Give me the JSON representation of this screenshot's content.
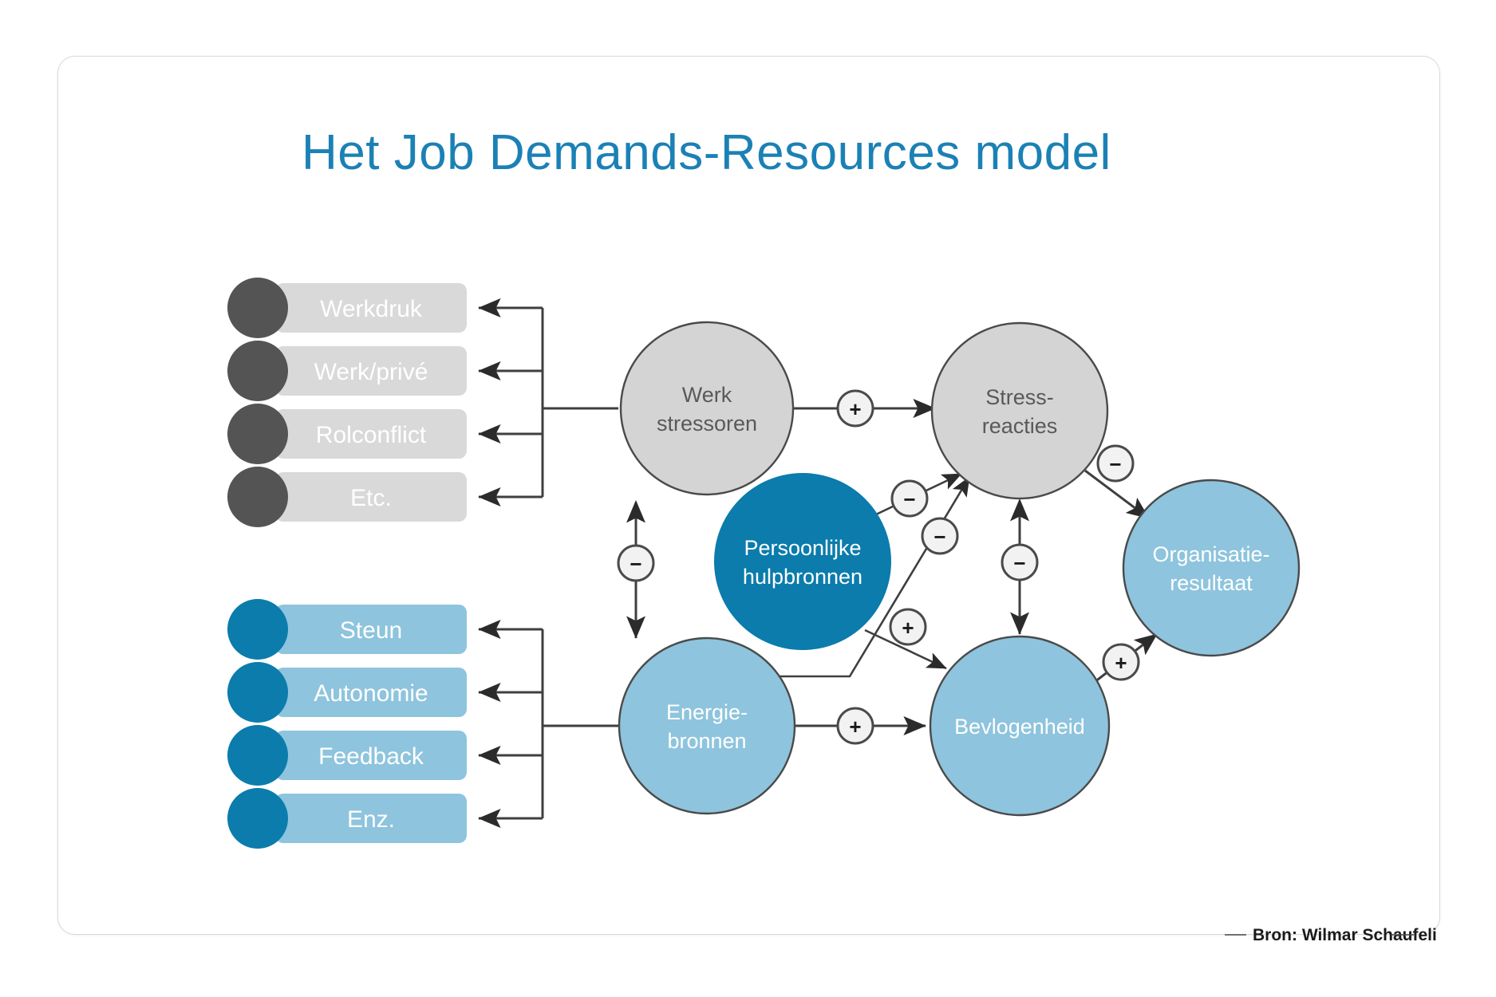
{
  "title": "Het Job Demands-Resources model",
  "source": "Bron: Wilmar Schaufeli",
  "colors": {
    "title_blue": "#1b81b5",
    "dark_circle": "#545454",
    "light_gray_pill": "#d9d9d9",
    "accent_blue": "#0b7cac",
    "light_blue_pill": "#8ec4dd",
    "node_gray_fill": "#d4d4d4",
    "node_blue_fill": "#8ec4dd",
    "node_accent_fill": "#0b7cac",
    "stroke": "#3f3f3f"
  },
  "demands_list": {
    "group_name": "job-demands",
    "items": [
      {
        "label": "Werkdruk"
      },
      {
        "label": "Werk/privé"
      },
      {
        "label": "Rolconflict"
      },
      {
        "label": "Etc."
      }
    ]
  },
  "resources_list": {
    "group_name": "job-resources",
    "items": [
      {
        "label": "Steun"
      },
      {
        "label": "Autonomie"
      },
      {
        "label": "Feedback"
      },
      {
        "label": "Enz."
      }
    ]
  },
  "nodes": [
    {
      "id": "werkstressoren",
      "line1": "Werk",
      "line2": "stressoren"
    },
    {
      "id": "stressreacties",
      "line1": "Stress-",
      "line2": "reacties"
    },
    {
      "id": "persoonlijke",
      "line1": "Persoonlijke",
      "line2": "hulpbronnen"
    },
    {
      "id": "organisatie",
      "line1": "Organisatie-",
      "line2": "resultaat"
    },
    {
      "id": "energiebronnen",
      "line1": "Energie-",
      "line2": "bronnen"
    },
    {
      "id": "bevlogenheid",
      "line1": "Bevlogenheid",
      "line2": ""
    }
  ],
  "signs": {
    "stressoren_to_reacties": "+",
    "reacties_to_organisatie": "−",
    "stressoren_energie_link": "−",
    "persoonlijke_to_reacties": "−",
    "energie_to_reacties": "−",
    "reacties_to_bevlogenheid": "−",
    "persoonlijke_to_bevlogenheid": "+",
    "energie_to_bevlogenheid": "+",
    "bevlogenheid_to_organisatie": "+"
  },
  "chart_data": {
    "type": "diagram",
    "title": "Het Job Demands-Resources model",
    "entities": [
      "Werk stressoren",
      "Stress-reacties",
      "Persoonlijke hulpbronnen",
      "Organisatie-resultaat",
      "Energie-bronnen",
      "Bevlogenheid"
    ],
    "relations": [
      {
        "from": "Werk stressoren",
        "to": "Stress-reacties",
        "sign": "+"
      },
      {
        "from": "Stress-reacties",
        "to": "Organisatie-resultaat",
        "sign": "−"
      },
      {
        "from": "Werk stressoren",
        "to": "Energie-bronnen",
        "sign": "−",
        "bidirectional": true
      },
      {
        "from": "Persoonlijke hulpbronnen",
        "to": "Stress-reacties",
        "sign": "−"
      },
      {
        "from": "Energie-bronnen",
        "to": "Stress-reacties",
        "sign": "−"
      },
      {
        "from": "Stress-reacties",
        "to": "Bevlogenheid",
        "sign": "−",
        "bidirectional": true
      },
      {
        "from": "Persoonlijke hulpbronnen",
        "to": "Bevlogenheid",
        "sign": "+"
      },
      {
        "from": "Energie-bronnen",
        "to": "Bevlogenheid",
        "sign": "+"
      },
      {
        "from": "Bevlogenheid",
        "to": "Organisatie-resultaat",
        "sign": "+"
      }
    ]
  }
}
